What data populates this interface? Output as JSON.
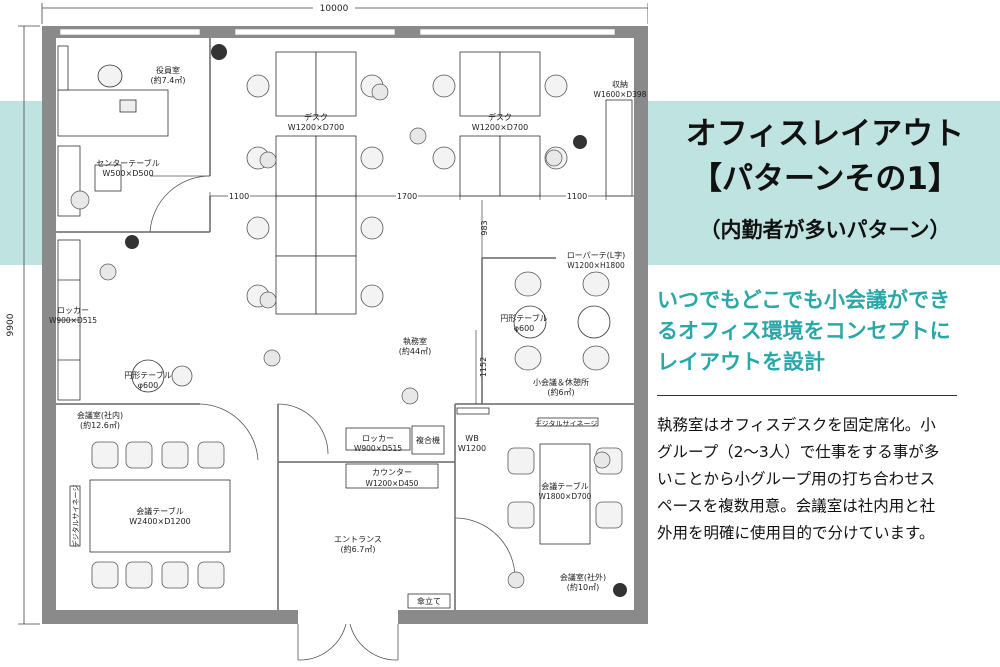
{
  "overall_width": "10000",
  "overall_height": "9900",
  "rooms": {
    "executive": {
      "name": "役員室",
      "area": "(約7.4㎡)"
    },
    "center_table": {
      "name": "センターテーブル",
      "size": "W500×D500"
    },
    "desk_left": {
      "name": "デスク",
      "size": "W1200×D700"
    },
    "desk_right": {
      "name": "デスク",
      "size": "W1200×D700"
    },
    "storage": {
      "name": "収納",
      "size": "W1600×D398"
    },
    "low_partition": {
      "name": "ローパーテ(L字)",
      "size": "W1200×H1800"
    },
    "locker_left": {
      "name": "ロッカー",
      "size": "W900×D515"
    },
    "round_table_left": {
      "name": "円形テーブル",
      "size": "φ600"
    },
    "office": {
      "name": "執務室",
      "area": "(約44㎡)"
    },
    "round_table_right": {
      "name": "円形テーブル",
      "size": "φ600"
    },
    "small_meeting": {
      "name": "小会議＆休憩所",
      "area": "(約6㎡)"
    },
    "meeting_in": {
      "name": "会議室(社内)",
      "area": "(約12.6㎡)"
    },
    "meeting_table_in": {
      "name": "会議テーブル",
      "size": "W2400×D1200"
    },
    "digital_signage_left": "デジタルサイネージ",
    "locker_center": {
      "name": "ロッカー",
      "size": "W900×D515"
    },
    "copier": "複合機",
    "counter": {
      "name": "カウンター",
      "size": "W1200×D450"
    },
    "wb": {
      "name": "WB",
      "size": "W1200"
    },
    "digital_signage_right": "デジタルサイネージ",
    "meeting_table_out": {
      "name": "会議テーブル",
      "size": "W1800×D700"
    },
    "entrance": {
      "name": "エントランス",
      "area": "(約6.7㎡)"
    },
    "umbrella": "傘立て",
    "meeting_out": {
      "name": "会議室(社外)",
      "area": "(約10㎡)"
    }
  },
  "dimensions": {
    "d1100a": "1100",
    "d1700": "1700",
    "d1100b": "1100",
    "d983": "983",
    "d1152": "1152"
  },
  "title_line1": "オフィスレイアウト",
  "title_line2": "【パターンその1】",
  "subtitle": "（内勤者が多いパターン）",
  "tagline_lines": [
    "いつでもどこでも小会議ができ",
    "るオフィス環境をコンセプトに",
    "レイアウトを設計"
  ],
  "description_lines": [
    "執務室はオフィスデスクを固定席化。小",
    "グループ（2〜3人）で仕事をする事が多",
    "いことから小グループ用の打ち合わせス",
    "ペースを複数用意。会議室は社内用と社",
    "外用を明確に使用目的で分けています。"
  ],
  "colors": {
    "band": "#bfe3e0",
    "accent_text": "#2aa8a8",
    "wall": "#8a8a8a"
  }
}
